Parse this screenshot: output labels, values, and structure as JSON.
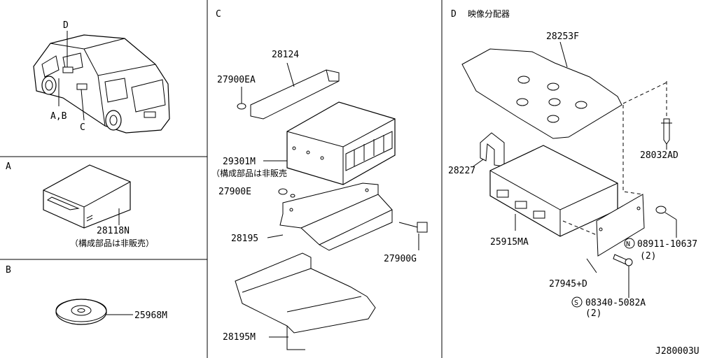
{
  "document_code": "J280003U",
  "sections": {
    "A": {
      "letter": "A"
    },
    "B": {
      "letter": "B"
    },
    "C": {
      "letter": "C"
    },
    "D": {
      "letter": "D",
      "title": "映像分配器"
    }
  },
  "vehicle_callouts": {
    "d": "D",
    "ab": "A,B",
    "c": "C"
  },
  "parts": {
    "p28118N": {
      "number": "28118N",
      "note": "（構成部品は非販売）"
    },
    "p25968M": {
      "number": "25968M"
    },
    "p28124": {
      "number": "28124"
    },
    "p27900EA": {
      "number": "27900EA"
    },
    "p29301M": {
      "number": "29301M",
      "note": "（構成部品は非販売"
    },
    "p27900E": {
      "number": "27900E"
    },
    "p28195": {
      "number": "28195"
    },
    "p27900G": {
      "number": "27900G"
    },
    "p28195M": {
      "number": "28195M"
    },
    "p28253F": {
      "number": "28253F"
    },
    "p28032AD": {
      "number": "28032AD"
    },
    "p28227": {
      "number": "28227"
    },
    "p25915MA": {
      "number": "25915MA"
    },
    "p08911": {
      "prefix": "N",
      "number": "08911-10637",
      "qty": "(2)"
    },
    "p27945D": {
      "number": "27945+D"
    },
    "p08340": {
      "prefix": "S",
      "number": "08340-5082A",
      "qty": "(2)"
    }
  }
}
